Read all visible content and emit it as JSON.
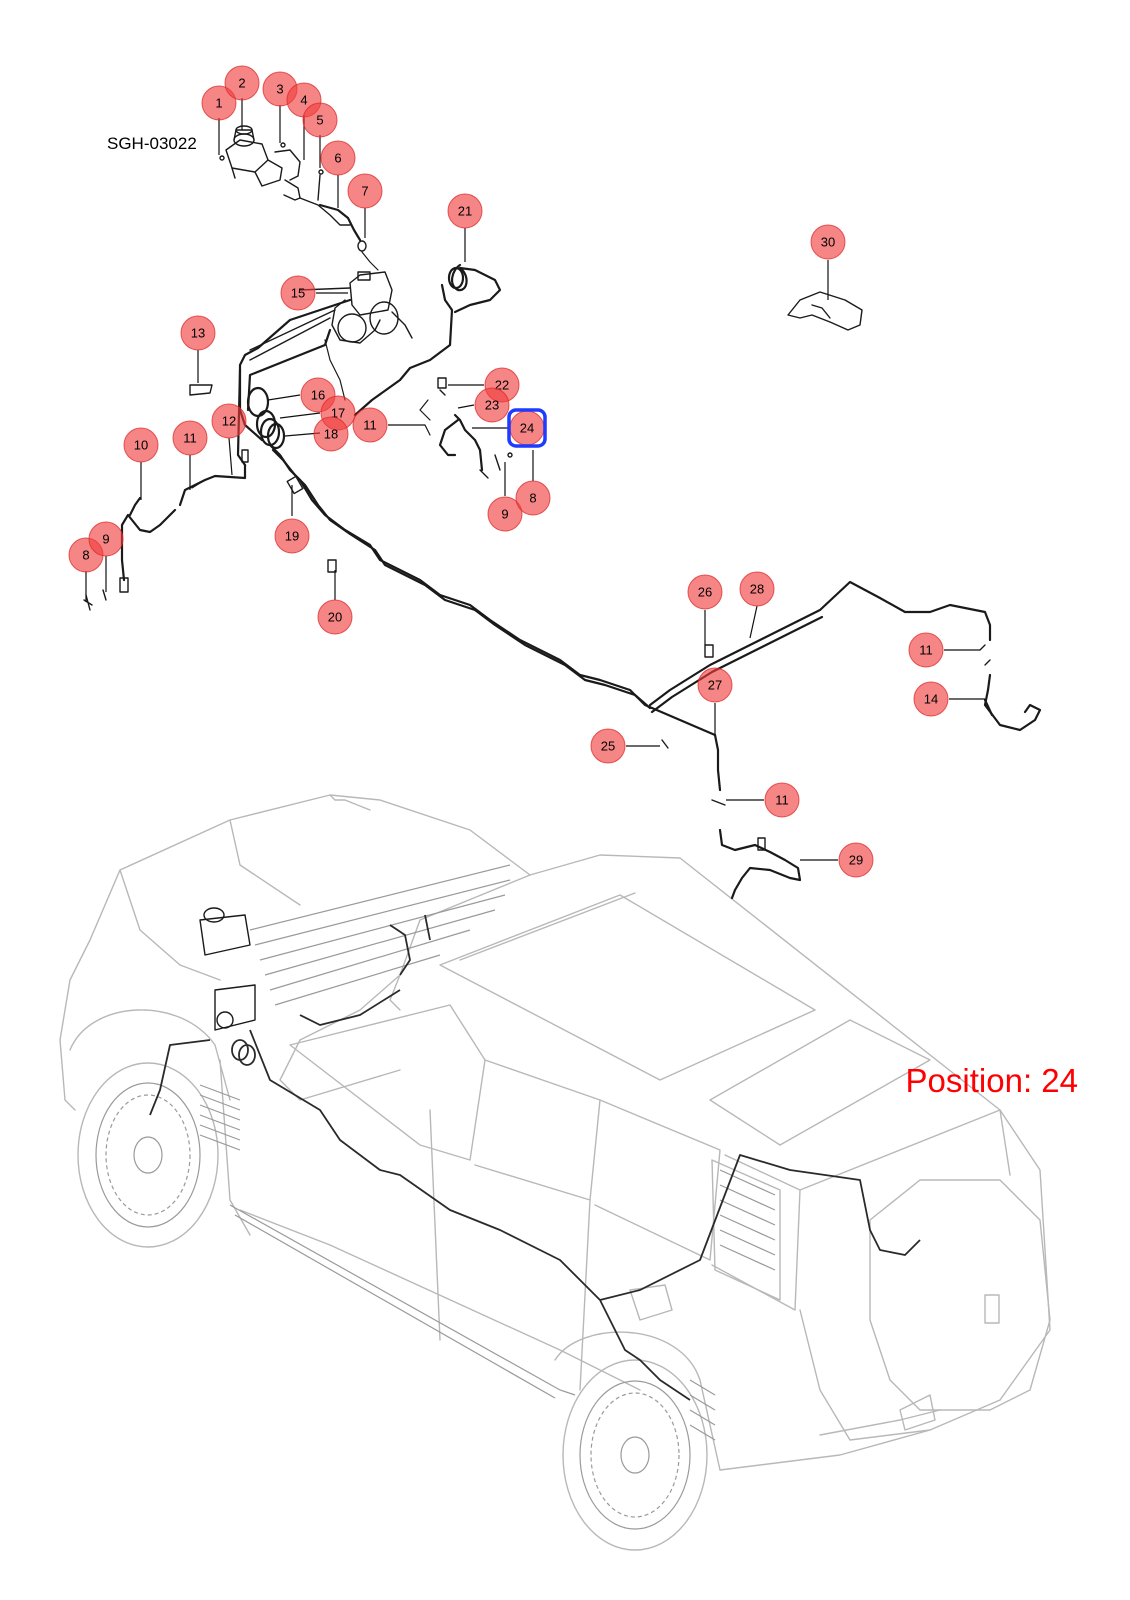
{
  "diagram": {
    "reference_code": "SGH-03022",
    "position_label": "Position: 24",
    "highlight_color": "#1e3cff",
    "callout_color": "#f03c3c",
    "callouts": [
      {
        "label": "1"
      },
      {
        "label": "2"
      },
      {
        "label": "3"
      },
      {
        "label": "4"
      },
      {
        "label": "5"
      },
      {
        "label": "6"
      },
      {
        "label": "7"
      },
      {
        "label": "21"
      },
      {
        "label": "30"
      },
      {
        "label": "15"
      },
      {
        "label": "13"
      },
      {
        "label": "16"
      },
      {
        "label": "17"
      },
      {
        "label": "18"
      },
      {
        "label": "11"
      },
      {
        "label": "22"
      },
      {
        "label": "23"
      },
      {
        "label": "24"
      },
      {
        "label": "12"
      },
      {
        "label": "11"
      },
      {
        "label": "10"
      },
      {
        "label": "8"
      },
      {
        "label": "9"
      },
      {
        "label": "19"
      },
      {
        "label": "9"
      },
      {
        "label": "8"
      },
      {
        "label": "20"
      },
      {
        "label": "26"
      },
      {
        "label": "28"
      },
      {
        "label": "11"
      },
      {
        "label": "14"
      },
      {
        "label": "27"
      },
      {
        "label": "25"
      },
      {
        "label": "11"
      },
      {
        "label": "29"
      }
    ]
  }
}
